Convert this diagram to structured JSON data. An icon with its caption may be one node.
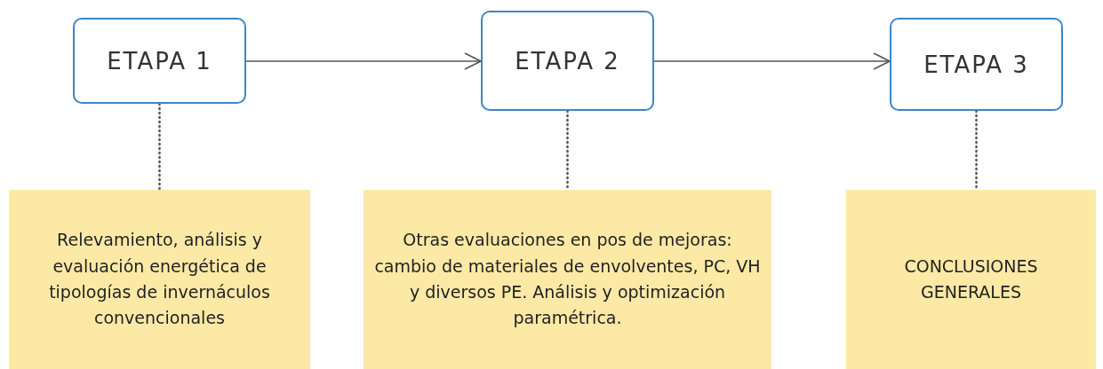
{
  "diagram": {
    "nodes": [
      {
        "text": [
          "ETAPA 1"
        ]
      },
      {
        "text": [
          "ETAPA 2"
        ]
      },
      {
        "text": [
          "ETAPA 3"
        ]
      },
      {
        "text": [
          "Relevamiento, análisis y evaluación energética de tipologías de invernáculos convencionales"
        ]
      },
      {
        "text": [
          "Otras evaluaciones en pos de mejoras: cambio de materiales de envolventes, PC, VH y diversos PE. Análisis y optimización paramétrica."
        ]
      },
      {
        "text": [
          "CONCLUSIONES GENERALES"
        ]
      }
    ],
    "edges": [
      {
        "from": 0,
        "to": 1,
        "arrow": "to"
      },
      {
        "from": 1,
        "to": 2,
        "arrow": "to"
      },
      {
        "from": 0,
        "to": 3,
        "arrow": "none",
        "style": "dashed"
      },
      {
        "from": 1,
        "to": 4,
        "arrow": "none",
        "style": "dashed"
      },
      {
        "from": 2,
        "to": 5,
        "arrow": "none",
        "style": "dashed"
      }
    ]
  }
}
